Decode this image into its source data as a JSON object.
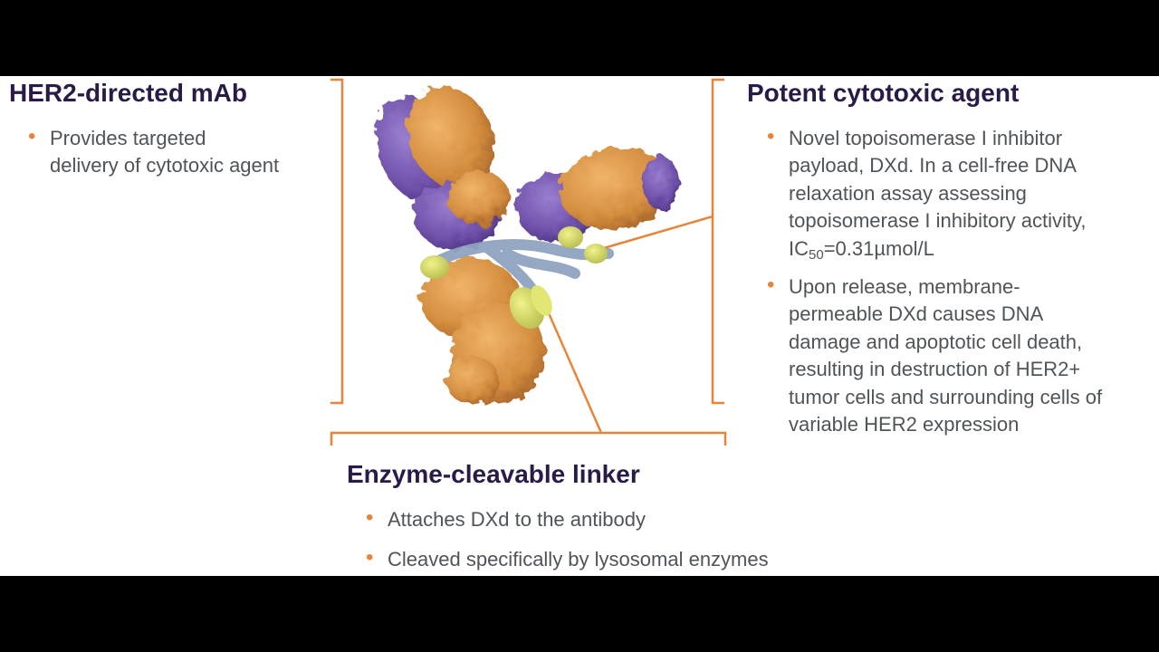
{
  "colors": {
    "heading": "#2a1a48",
    "body_text": "#4f5459",
    "bullet": "#e8843a",
    "bracket": "#e8843a",
    "letterbox": "#000000",
    "slide_bg": "#ffffff",
    "molecule_orange": "#d9954a",
    "molecule_purple": "#7a5bb0",
    "linker_blue": "#8fa3c0",
    "payload_yellow": "#d7dc6a"
  },
  "sections": {
    "her2_mab": {
      "heading": "HER2-directed mAb",
      "bullets": [
        {
          "lines": [
            "Provides targeted",
            "delivery of cytotoxic agent"
          ]
        }
      ]
    },
    "cytotoxic": {
      "heading": "Potent cytotoxic agent",
      "bullets": [
        {
          "lines": [
            "Novel topoisomerase I inhibitor",
            "payload, DXd. In a cell-free DNA",
            "relaxation assay assessing",
            "topoisomerase I inhibitory activity,"
          ],
          "last_line": {
            "prefix": "IC",
            "subscript": "50",
            "suffix": "=0.31µmol/L"
          }
        },
        {
          "lines": [
            "Upon release, membrane-",
            "permeable DXd causes DNA",
            "damage and apoptotic cell death,",
            "resulting in destruction of HER2+",
            "tumor cells and surrounding cells of",
            "variable HER2 expression"
          ]
        }
      ]
    },
    "linker": {
      "heading": "Enzyme-cleavable linker",
      "bullets": [
        {
          "text": "Attaches DXd to the antibody"
        },
        {
          "text": "Cleaved specifically by lysosomal enzymes"
        }
      ]
    }
  },
  "image": {
    "icon": "antibody-drug-conjugate-icon"
  }
}
